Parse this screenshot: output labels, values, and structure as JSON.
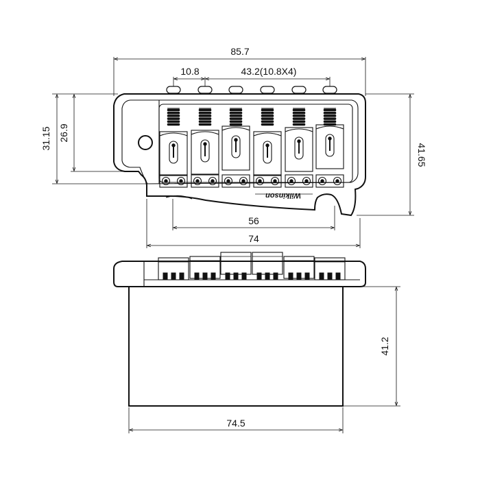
{
  "dimensions": {
    "top_width": "85.7",
    "string_spacing_single": "10.8",
    "string_spacing_total": "43.2(10.8X4)",
    "left_outer_height": "31.15",
    "left_inner_height": "26.9",
    "right_height": "41.65",
    "screw_spacing": "56",
    "base_width": "74",
    "block_height": "41.2",
    "block_width": "74.5"
  },
  "brand": {
    "logo_text": "Wilkinson"
  },
  "colors": {
    "line": "#111111",
    "background": "#ffffff"
  }
}
